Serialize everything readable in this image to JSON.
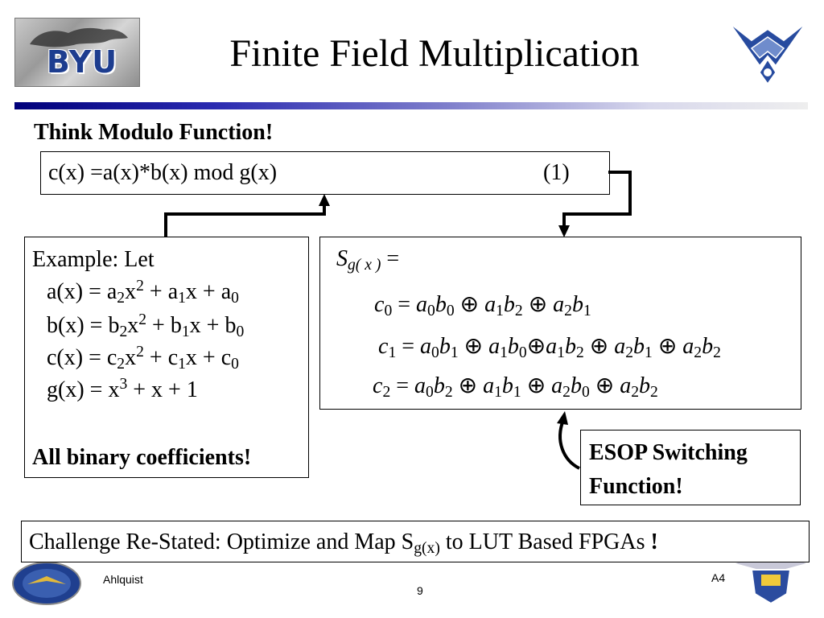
{
  "slide": {
    "title": "Finite Field Multiplication",
    "subhead": "Think Modulo Function!",
    "logo_left_text": "BYU",
    "equation": {
      "text": "c(x) =a(x)*b(x) mod g(x)",
      "number": "(1)"
    },
    "example": {
      "heading": "Example: Let",
      "a_prefix": "a(x) = a",
      "b_prefix": "b(x) = b",
      "c_prefix": "c(x) = c",
      "g_text": "g(x) = x",
      "g_tail": " + x + 1",
      "sub2": "2",
      "sub1": "1",
      "sub0": "0",
      "exp2": "2",
      "exp3": "3",
      "x": "x",
      "plus": " + ",
      "note": "All binary coefficients!"
    },
    "esop": {
      "line1": "ESOP Switching",
      "line2": "Function!"
    },
    "challenge": {
      "prefix": "Challenge Re-Stated:  Optimize and Map S",
      "sub": "g(x)",
      "suffix": " to LUT Based FPGAs ",
      "bang": "!"
    },
    "footer": {
      "author": "Ahlquist",
      "page": "9",
      "code": "A4"
    }
  },
  "colors": {
    "rule_dark": "#00007a",
    "logo_blue": "#1d3d8f"
  }
}
